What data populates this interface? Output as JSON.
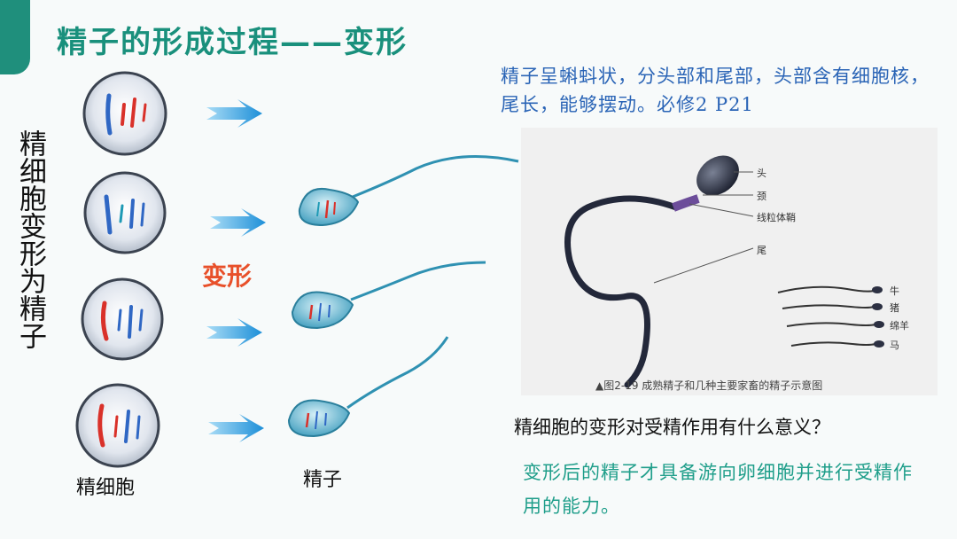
{
  "slide": {
    "title": "精子的形成过程——变形",
    "side_title": "精细胞变形为精子",
    "label_deform": "变形",
    "label_spermatid": "精细胞",
    "label_sperm": "精子",
    "description": "精子呈蝌蚪状，分头部和尾部，头部含有细胞核，尾长，能够摆动。必修2 P21",
    "question": "精细胞的变形对受精作用有什么意义？",
    "answer": "变形后的精子才具备游向卵细胞并进行受精作用的能力。"
  },
  "textbook_figure": {
    "labels": {
      "head": "头",
      "neck": "颈",
      "mito": "线粒体鞘",
      "tail": "尾"
    },
    "animals": [
      "牛",
      "猪",
      "绵羊",
      "马"
    ],
    "caption": "▲图2-19  成熟精子和几种主要家畜的精子示意图"
  },
  "colors": {
    "accent": "#19907c",
    "deform": "#e8502a",
    "desc": "#2a64b6",
    "answer": "#1f9e8a"
  }
}
